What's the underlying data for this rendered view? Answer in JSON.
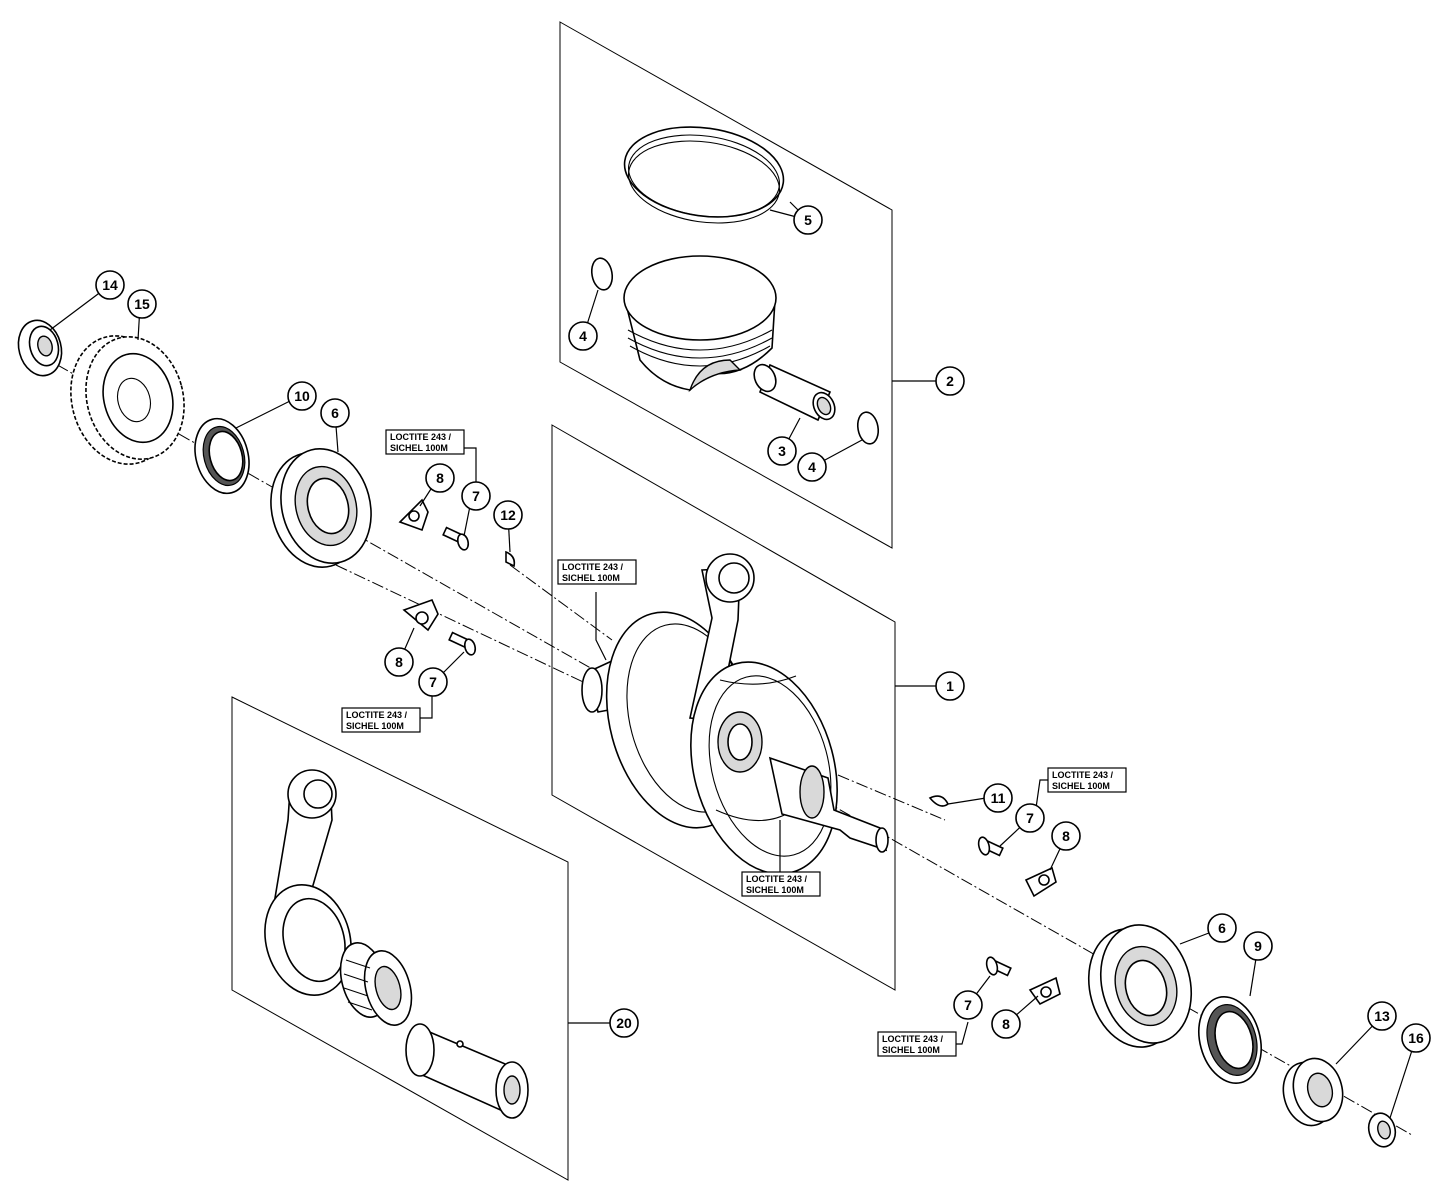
{
  "balloons": [
    {
      "id": "b14",
      "label": "14"
    },
    {
      "id": "b15",
      "label": "15"
    },
    {
      "id": "b10",
      "label": "10"
    },
    {
      "id": "b6a",
      "label": "6"
    },
    {
      "id": "b8a",
      "label": "8"
    },
    {
      "id": "b7a",
      "label": "7"
    },
    {
      "id": "b12",
      "label": "12"
    },
    {
      "id": "b8b",
      "label": "8"
    },
    {
      "id": "b7b",
      "label": "7"
    },
    {
      "id": "b5",
      "label": "5"
    },
    {
      "id": "b4a",
      "label": "4"
    },
    {
      "id": "b2",
      "label": "2"
    },
    {
      "id": "b3",
      "label": "3"
    },
    {
      "id": "b4b",
      "label": "4"
    },
    {
      "id": "b1",
      "label": "1"
    },
    {
      "id": "b11",
      "label": "11"
    },
    {
      "id": "b7c",
      "label": "7"
    },
    {
      "id": "b8c",
      "label": "8"
    },
    {
      "id": "b6b",
      "label": "6"
    },
    {
      "id": "b9",
      "label": "9"
    },
    {
      "id": "b7d",
      "label": "7"
    },
    {
      "id": "b8d",
      "label": "8"
    },
    {
      "id": "b13",
      "label": "13"
    },
    {
      "id": "b16",
      "label": "16"
    },
    {
      "id": "b20",
      "label": "20"
    }
  ],
  "notes": [
    {
      "id": "n1",
      "line1": "LOCTITE 243 /",
      "line2": "SICHEL 100M"
    },
    {
      "id": "n2",
      "line1": "LOCTITE 243 /",
      "line2": "SICHEL 100M"
    },
    {
      "id": "n3",
      "line1": "LOCTITE 243 /",
      "line2": "SICHEL 100M"
    },
    {
      "id": "n4",
      "line1": "LOCTITE 243 /",
      "line2": "SICHEL 100M"
    },
    {
      "id": "n5",
      "line1": "LOCTITE 243 /",
      "line2": "SICHEL 100M"
    },
    {
      "id": "n6",
      "line1": "LOCTITE 243 /",
      "line2": "SICHEL 100M"
    }
  ]
}
